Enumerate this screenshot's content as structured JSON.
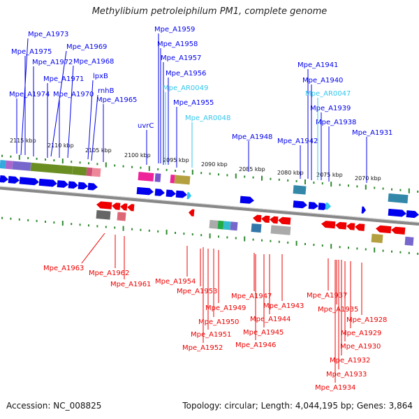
{
  "title": "Methylibium petroleiphilum PM1, complete genome",
  "accession": "Accession: NC_008825",
  "summary": "Topology: circular; Length: 4,044,195 bp; Genes: 3,864",
  "colors": {
    "plus_gene": "#0000ee",
    "minus_gene": "#ee0000",
    "rna_gene": "#33c6ee",
    "backbone": "#888888",
    "tick": "#2d8a2d"
  },
  "kbp_ticks": [
    "2115 kbp",
    "2110 kbp",
    "2105 kbp",
    "2100 kbp",
    "2095 kbp",
    "2090 kbp",
    "2085 kbp",
    "2080 kbp",
    "2075 kbp",
    "2070 kbp"
  ],
  "plus_genes": [
    "Mpe_A1973",
    "Mpe_A1975",
    "Mpe_A1969",
    "Mpe_A1972",
    "Mpe_A1968",
    "Mpe_A1971",
    "lpxB",
    "Mpe_A1974",
    "Mpe_A1970",
    "rnhB",
    "Mpe_A1965",
    "Mpe_A1959",
    "Mpe_A1958",
    "Mpe_A1957",
    "Mpe_A1956",
    "Mpe_A1955",
    "uvrC",
    "Mpe_A1948",
    "Mpe_A1941",
    "Mpe_A1940",
    "Mpe_A1939",
    "Mpe_A1938",
    "Mpe_A1942",
    "Mpe_A1931"
  ],
  "rna_genes": [
    "Mpe_AR0049",
    "Mpe_AR0048",
    "Mpe_AR0047"
  ],
  "minus_genes": [
    "Mpe_A1963",
    "Mpe_A1962",
    "Mpe_A1961",
    "Mpe_A1954",
    "Mpe_A1953",
    "Mpe_A1949",
    "Mpe_A1950",
    "Mpe_A1951",
    "Mpe_A1952",
    "Mpe_A1947",
    "Mpe_A1943",
    "Mpe_A1944",
    "Mpe_A1945",
    "Mpe_A1946",
    "Mpe_A1937",
    "Mpe_A1935",
    "Mpe_A1928",
    "Mpe_A1929",
    "Mpe_A1930",
    "Mpe_A1932",
    "Mpe_A1933",
    "Mpe_A1934"
  ]
}
